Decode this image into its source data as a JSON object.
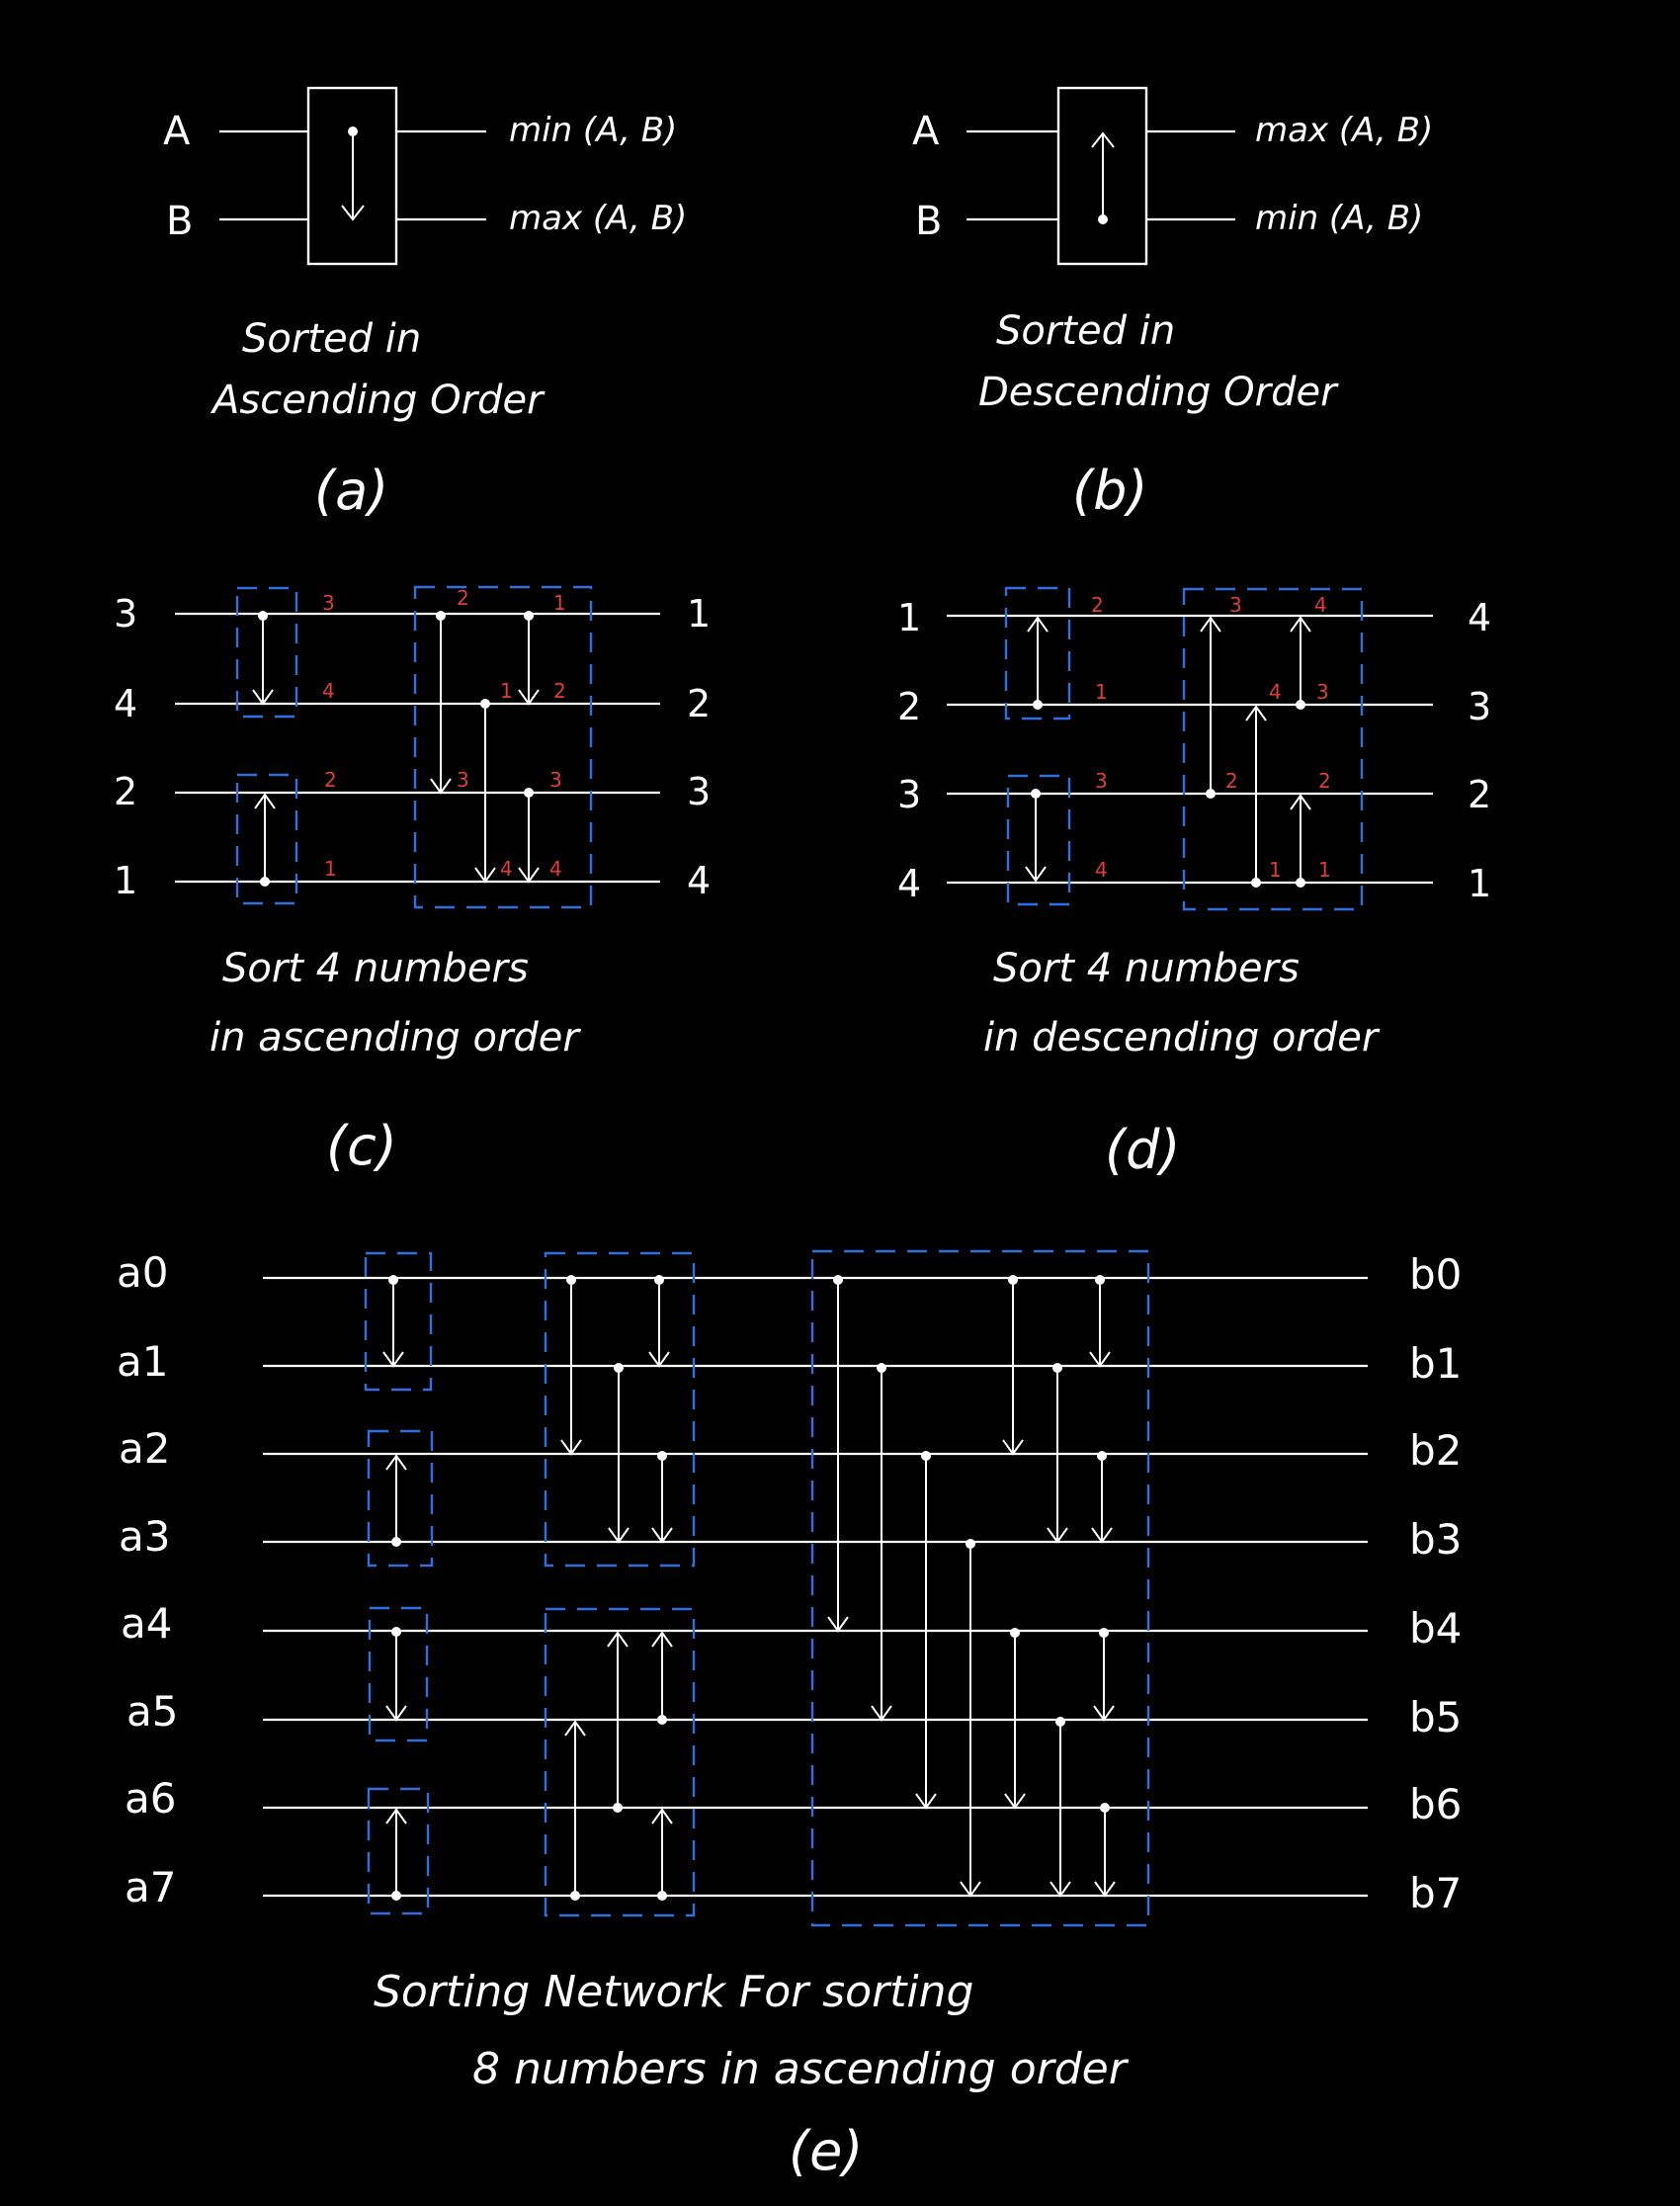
{
  "panel_a": {
    "input_a": "A",
    "input_b": "B",
    "out_top": "min (A, B)",
    "out_bottom": "max (A, B)",
    "caption_line1": "Sorted in",
    "caption_line2": "Ascending Order",
    "tag": "(a)"
  },
  "panel_b": {
    "input_a": "A",
    "input_b": "B",
    "out_top": "max (A, B)",
    "out_bottom": "min (A, B)",
    "caption_line1": "Sorted in",
    "caption_line2": "Descending Order",
    "tag": "(b)"
  },
  "panel_c": {
    "inputs": [
      "3",
      "4",
      "2",
      "1"
    ],
    "outputs": [
      "1",
      "2",
      "3",
      "4"
    ],
    "caption_line1": "Sort 4 numbers",
    "caption_line2": "in ascending order",
    "tag": "(c)",
    "annotations": [
      "3",
      "4",
      "2",
      "1",
      "2",
      "1",
      "1",
      "2",
      "3",
      "3",
      "4",
      "4"
    ]
  },
  "panel_d": {
    "inputs": [
      "1",
      "2",
      "3",
      "4"
    ],
    "outputs": [
      "4",
      "3",
      "2",
      "1"
    ],
    "caption_line1": "Sort 4 numbers",
    "caption_line2": "in descending order",
    "tag": "(d)",
    "annotations": [
      "2",
      "1",
      "3",
      "4",
      "3",
      "4",
      "4",
      "3",
      "2",
      "2",
      "1",
      "1"
    ]
  },
  "panel_e": {
    "inputs": [
      "a0",
      "a1",
      "a2",
      "a3",
      "a4",
      "a5",
      "a6",
      "a7"
    ],
    "outputs": [
      "b0",
      "b1",
      "b2",
      "b3",
      "b4",
      "b5",
      "b6",
      "b7"
    ],
    "caption_line1": "Sorting Network For sorting",
    "caption_line2": "8 numbers in ascending order",
    "tag": "(e)"
  },
  "colors": {
    "background": "#000000",
    "line": "#ffffff",
    "group_box": "#2f6fe0",
    "annotation": "#e23b3b"
  }
}
